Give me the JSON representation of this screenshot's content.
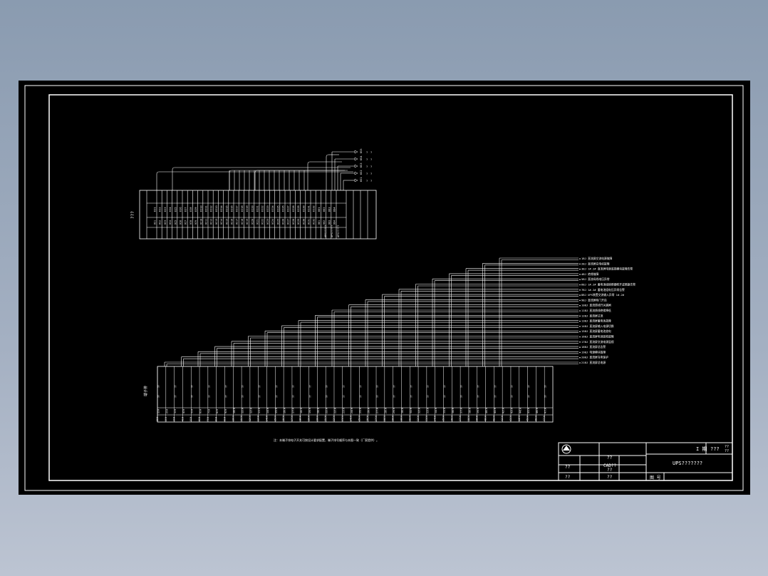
{
  "header_block": {
    "side_label": "???",
    "io_codes": [
      "DI1",
      "DI2",
      "DI3",
      "DI4",
      "DI5",
      "DI6",
      "DI7",
      "DI8",
      "DI9",
      "DI10",
      "DI11",
      "DI12",
      "DI13",
      "DI14",
      "DI15",
      "DI16",
      "DI17",
      "DI18",
      "DI19",
      "DI20",
      "DI21",
      "DI22",
      "DI23",
      "DI24",
      "DI25",
      "DI26",
      "DI27",
      "DI28",
      "DI29",
      "DI30",
      "DI31",
      "DI32",
      "DO1",
      "DO2",
      "DO3",
      "DO4"
    ],
    "device_labels": [
      "UPS?????",
      "UPS?????",
      "UPS?????"
    ],
    "right_outputs": [
      "KS1",
      "KS2",
      "KS3",
      "KS4",
      "KS5"
    ]
  },
  "signal_list": {
    "labels": [
      "1BJ 直流屏交流电源故障",
      "2BJ 直流屏充电机故障",
      "3BJ 1#.2# 直流屏电源监视模块故障告警",
      "4BJ 绝缘故障",
      "5BJ 直流母线电压异常",
      "6BJ 1#.2# 蓄电池组熔断器断开或断路告警",
      "7BJ 1#.2# 蓄电池组电压异常告警",
      "8BJ UPS装置交流输入异常 1#.2#",
      "9BJ 直流屏柜门开启",
      "10BJ 直流馈线开关跳闸",
      "11BJ 直流馈线绝缘降低",
      "12BJ 直流屏过流",
      "13BJ 直流屏蓄电池故障",
      "14BJ 直流屏输入电源切换",
      "15BJ 直流屏蓄电池放电",
      "16BJ 直流屏电池巡检故障",
      "17BJ 直流屏交流电源监视",
      "18BJ 直流屏总告警",
      "19BJ 电源模块故障",
      "20BJ 直流屏充电保护",
      "21BJ 直流屏总电源"
    ]
  },
  "terminal_block": {
    "side_label": "端子排",
    "bottom_codes": [
      "1CH",
      "2CH",
      "3CH",
      "4CH",
      "5CH",
      "6CH",
      "7CH",
      "8CH",
      "9CH",
      "10CH",
      "11CH",
      "12CH",
      "13CH",
      "14CH",
      "15CH",
      "16CH",
      "17CH",
      "18CH",
      "19CH",
      "20CH",
      "21CH",
      "22CH",
      "23CH",
      "24CH",
      "25CH",
      "26CH",
      "27CH",
      "28CH",
      "29CH",
      "30CH",
      "31CH",
      "32CH",
      "33CH",
      "34CH",
      "35CH",
      "36CH",
      "37CH",
      "38CH",
      "39CH",
      "40CH",
      "41CH",
      "42CH",
      "43CH",
      "44CH",
      "45CH",
      "46CH",
      "47CH"
    ]
  },
  "note": "注：本端子排电子开关可按设计要求配置，端子排号顺序与本图一致（厂家提供）。",
  "title_block": {
    "logo": "company-logo-icon",
    "project_label": "I 期",
    "project_code": "???",
    "sheet_marks": [
      "??",
      "??"
    ],
    "rows_left": [
      "??",
      "??"
    ],
    "rows_mid": [
      "??",
      "CAD??",
      "??",
      "??"
    ],
    "drawing_title": "UPS???????",
    "drawing_no_label": "图 号"
  },
  "colors": {
    "background": "#000000",
    "line": "#ffffff",
    "frame": "#ffffff"
  }
}
